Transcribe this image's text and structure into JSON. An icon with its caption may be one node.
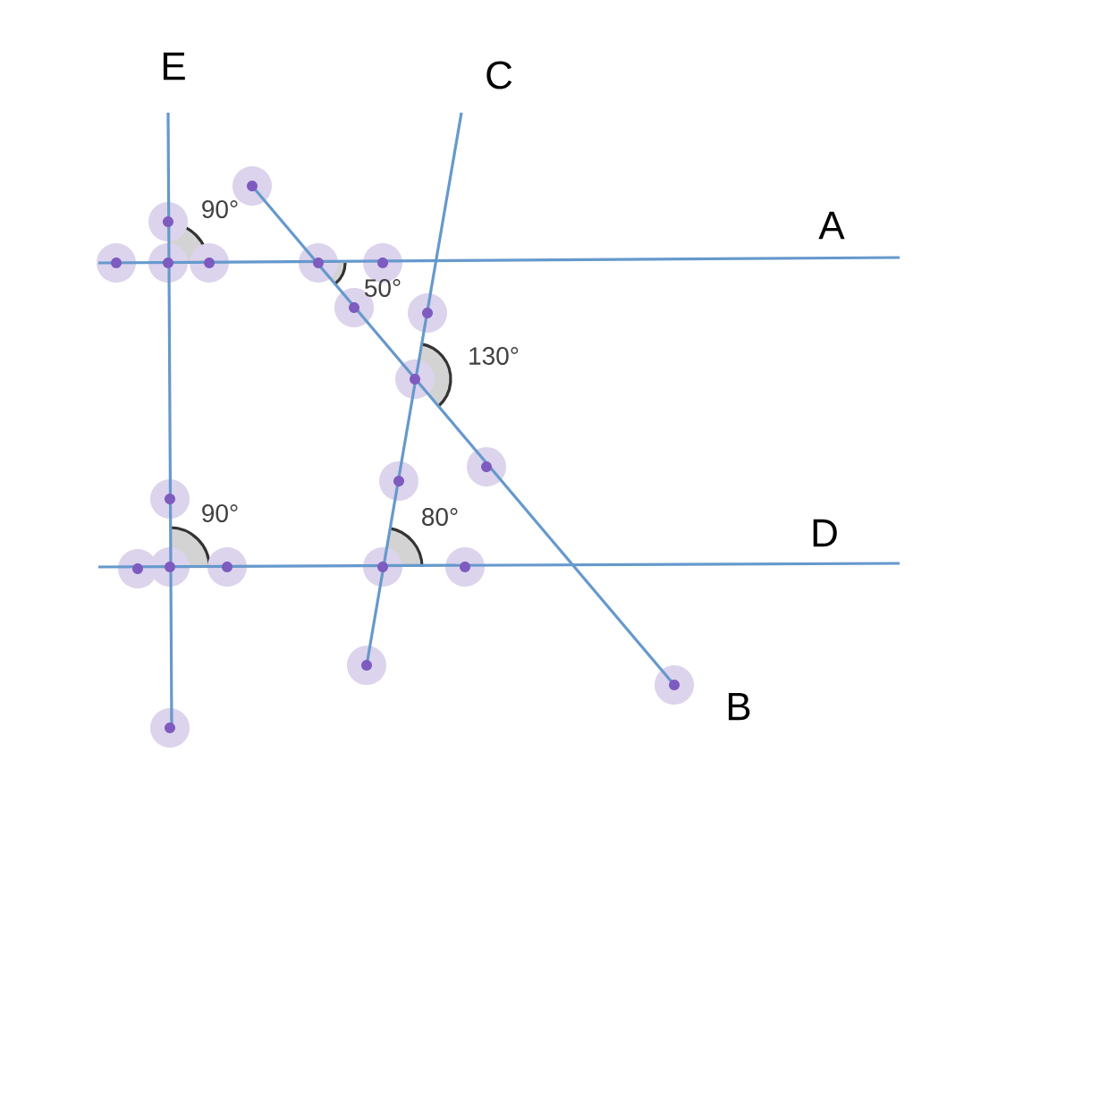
{
  "diagram": {
    "labels": [
      "E",
      "C",
      "90°",
      "A",
      "50°",
      "130°",
      "90°",
      "80°",
      "D",
      "B"
    ]
  }
}
